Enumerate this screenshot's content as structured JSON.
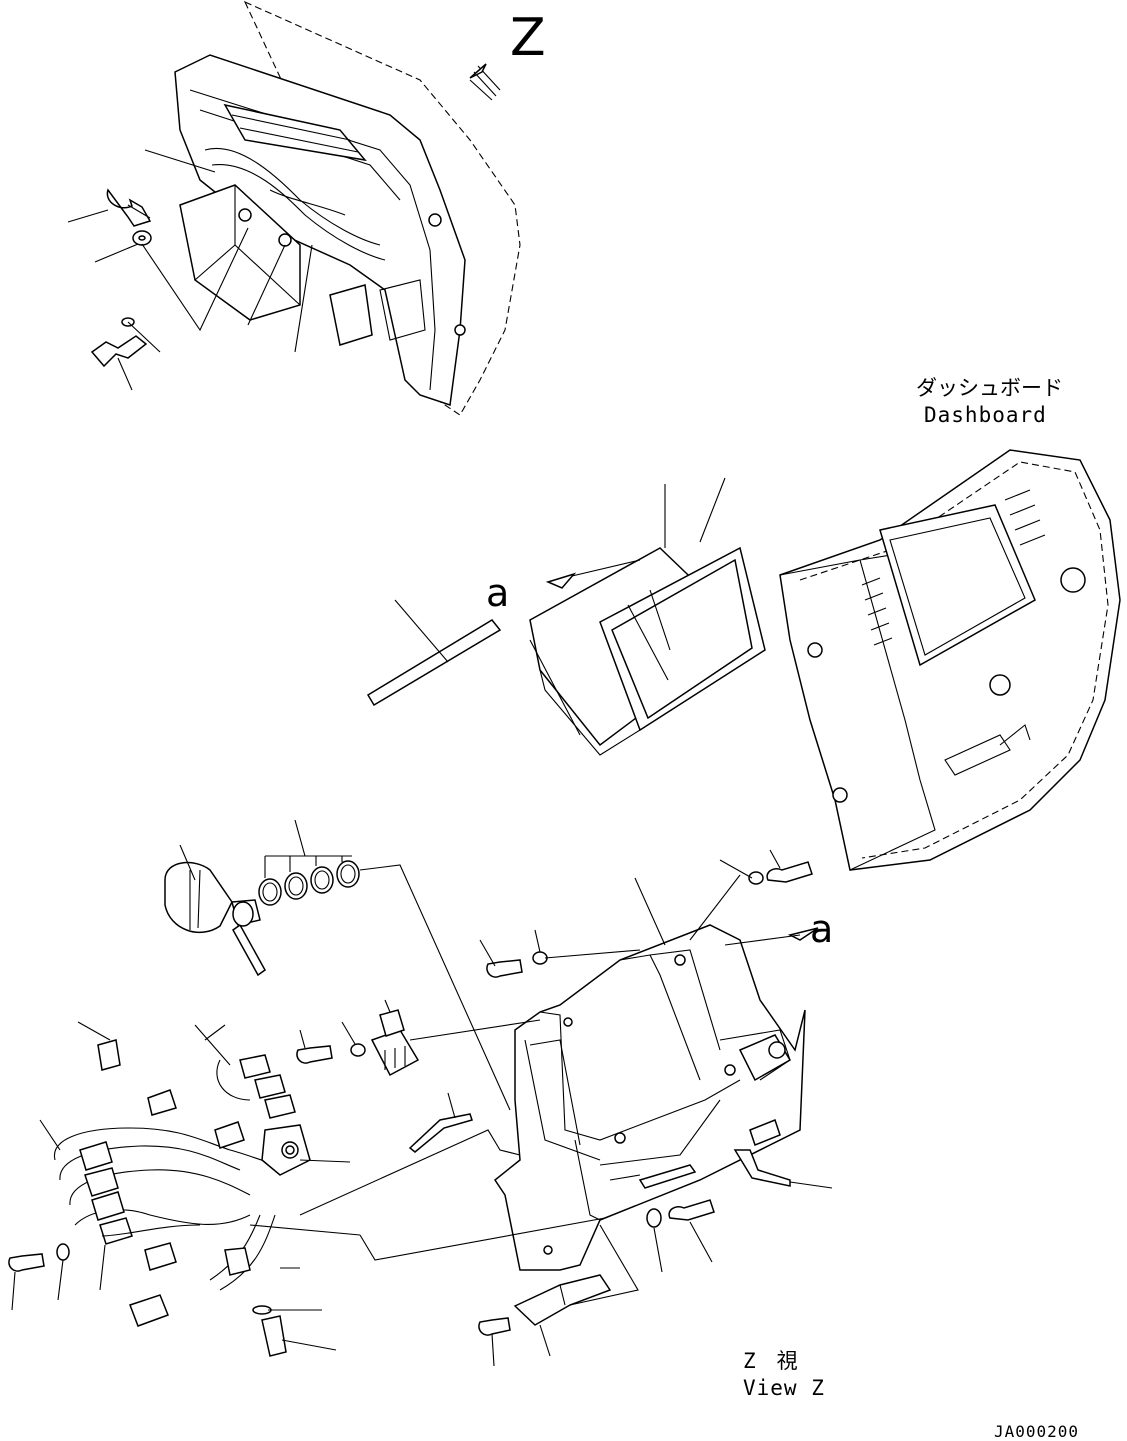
{
  "labels": {
    "view_marker": "Z",
    "ref_a_left": "a",
    "ref_a_right": "a",
    "dashboard_jp": "ダッシュボード",
    "dashboard_en": "Dashboard",
    "view_z_jp": "Z　視",
    "view_z_en": "View Z",
    "drawing_code": "JA000200"
  }
}
